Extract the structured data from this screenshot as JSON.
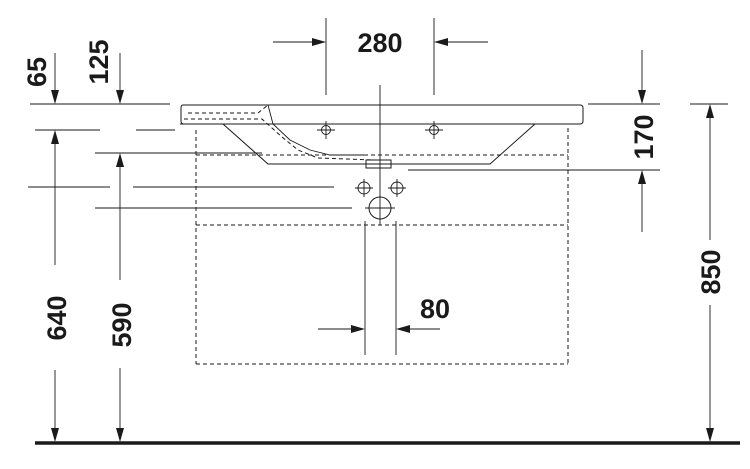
{
  "dimensions": {
    "top_width": "280",
    "offset_65": "65",
    "offset_125": "125",
    "depth_170": "170",
    "drain_80": "80",
    "height_640": "640",
    "height_590": "590",
    "height_850": "850"
  },
  "colors": {
    "line": "#1a1a1a",
    "background": "#ffffff"
  }
}
